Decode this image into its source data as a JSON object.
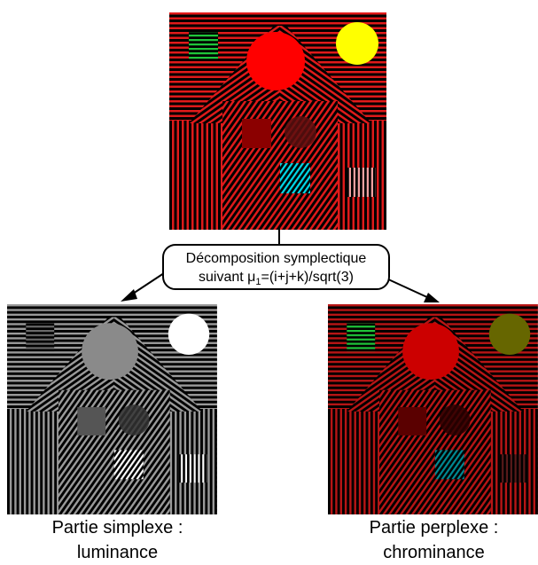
{
  "decomposition": {
    "line1": "Décomposition symplectique",
    "line2_prefix": "suivant μ",
    "line2_sub": "1",
    "line2_suffix": "=(i+j+k)/sqrt(3)"
  },
  "outputs": [
    {
      "line1": "Partie simplexe :",
      "line2": "luminance"
    },
    {
      "line1": "Partie perplexe :",
      "line2": "chrominance"
    }
  ],
  "palettes": {
    "original": {
      "stripe": "#e01a1a",
      "bg": "#000000",
      "sun": "#ffff00",
      "ball": "#ff0000",
      "flag": "#1fc63a",
      "red_square": "#8b0000",
      "dark_disc": "#5a0f0f",
      "cyan_square": "#00d8e8",
      "pink_bars": "#f0a0a0"
    },
    "luminance": {
      "stripe": "#9a9a9a",
      "bg": "#000000",
      "sun": "#ffffff",
      "ball": "#8a8a8a",
      "flag": "#6a6a6a",
      "red_square": "#555555",
      "dark_disc": "#333333",
      "cyan_square": "#ffffff",
      "pink_bars": "#ffffff"
    },
    "chrominance": {
      "stripe": "#b81515",
      "bg": "#000000",
      "sun": "#666600",
      "ball": "#cc0000",
      "flag": "#1fc63a",
      "red_square": "#5a0000",
      "dark_disc": "#2a0000",
      "cyan_square": "#008a94",
      "pink_bars": "#5a1a1a"
    }
  }
}
